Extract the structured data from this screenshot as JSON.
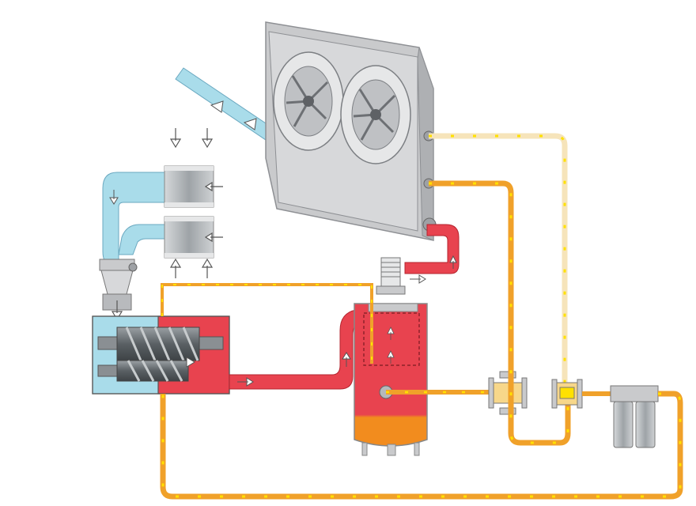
{
  "diagram": {
    "colors": {
      "background": "#ffffff",
      "intake_air": "#a9dcea",
      "intake_air_border": "#6aa8c0",
      "compressed_air_oil": "#e8434f",
      "compressed_air_dark": "#b5252f",
      "oil_hot": "#f0a12a",
      "oil_hot_border": "#b8741a",
      "oil_cooled": "#f7d78a",
      "oil_cooled_light": "#f6e4ba",
      "oil_tank": "#f28c1e",
      "marker": "#ffe100",
      "metal": "#c9cacc",
      "metal_dark": "#8e9094",
      "metal_light": "#e6e7e8"
    },
    "components": [
      {
        "name": "cooler-fan-unit",
        "icon": "radiator-with-two-fans"
      },
      {
        "name": "air-inlet-filter-upper",
        "icon": "cylindrical-filter"
      },
      {
        "name": "air-inlet-filter-lower",
        "icon": "cylindrical-filter"
      },
      {
        "name": "inlet-valve",
        "icon": "intake-valve"
      },
      {
        "name": "screw-compressor-element",
        "icon": "twin-screw-rotors"
      },
      {
        "name": "oil-separator-tank",
        "icon": "separator-vessel"
      },
      {
        "name": "minimum-pressure-valve",
        "icon": "valve"
      },
      {
        "name": "thermostatic-valve",
        "icon": "valve"
      },
      {
        "name": "oil-filter",
        "icon": "canister-filter"
      },
      {
        "name": "oil-filter-housing",
        "icon": "filter-head"
      }
    ]
  }
}
